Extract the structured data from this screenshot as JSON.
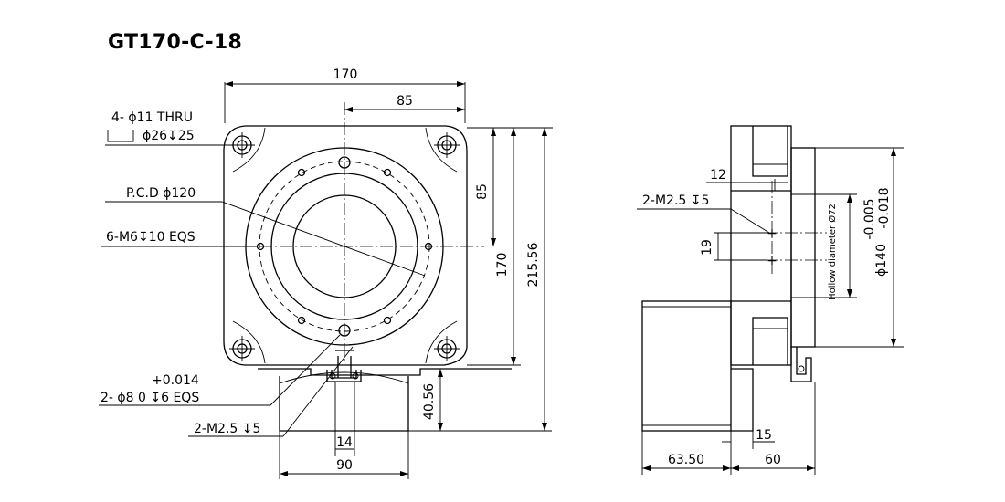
{
  "title": "GT170-C-18",
  "front": {
    "dim_width": "170",
    "dim_half_width": "85",
    "dim_half_height": "85",
    "dim_height": "170",
    "dim_total_height": "215.56",
    "dim_flange_offset": "40.56",
    "dim_pin_spacing": "14",
    "dim_base_width": "90",
    "label_holes": "4- ϕ11 THRU",
    "label_counterbore": "ϕ26↧25",
    "label_pcd": "P.C.D ϕ120",
    "label_taps": "6-M6↧10 EQS",
    "label_pin_tol": "+0.014",
    "label_pin_main": "2- ϕ8  0    ↧6 EQS",
    "label_m25": "2-M2.5 ↧5"
  },
  "side": {
    "label_m25": "2-M2.5 ↧5",
    "dim_12": "12",
    "dim_19": "19",
    "label_hollow": "Hollow diameter Ø72",
    "label_tol": "-0.005",
    "label_tol2": "-0.018",
    "label_dia140": "ϕ140",
    "dim_15": "15",
    "dim_6350": "63.50",
    "dim_60": "60"
  }
}
